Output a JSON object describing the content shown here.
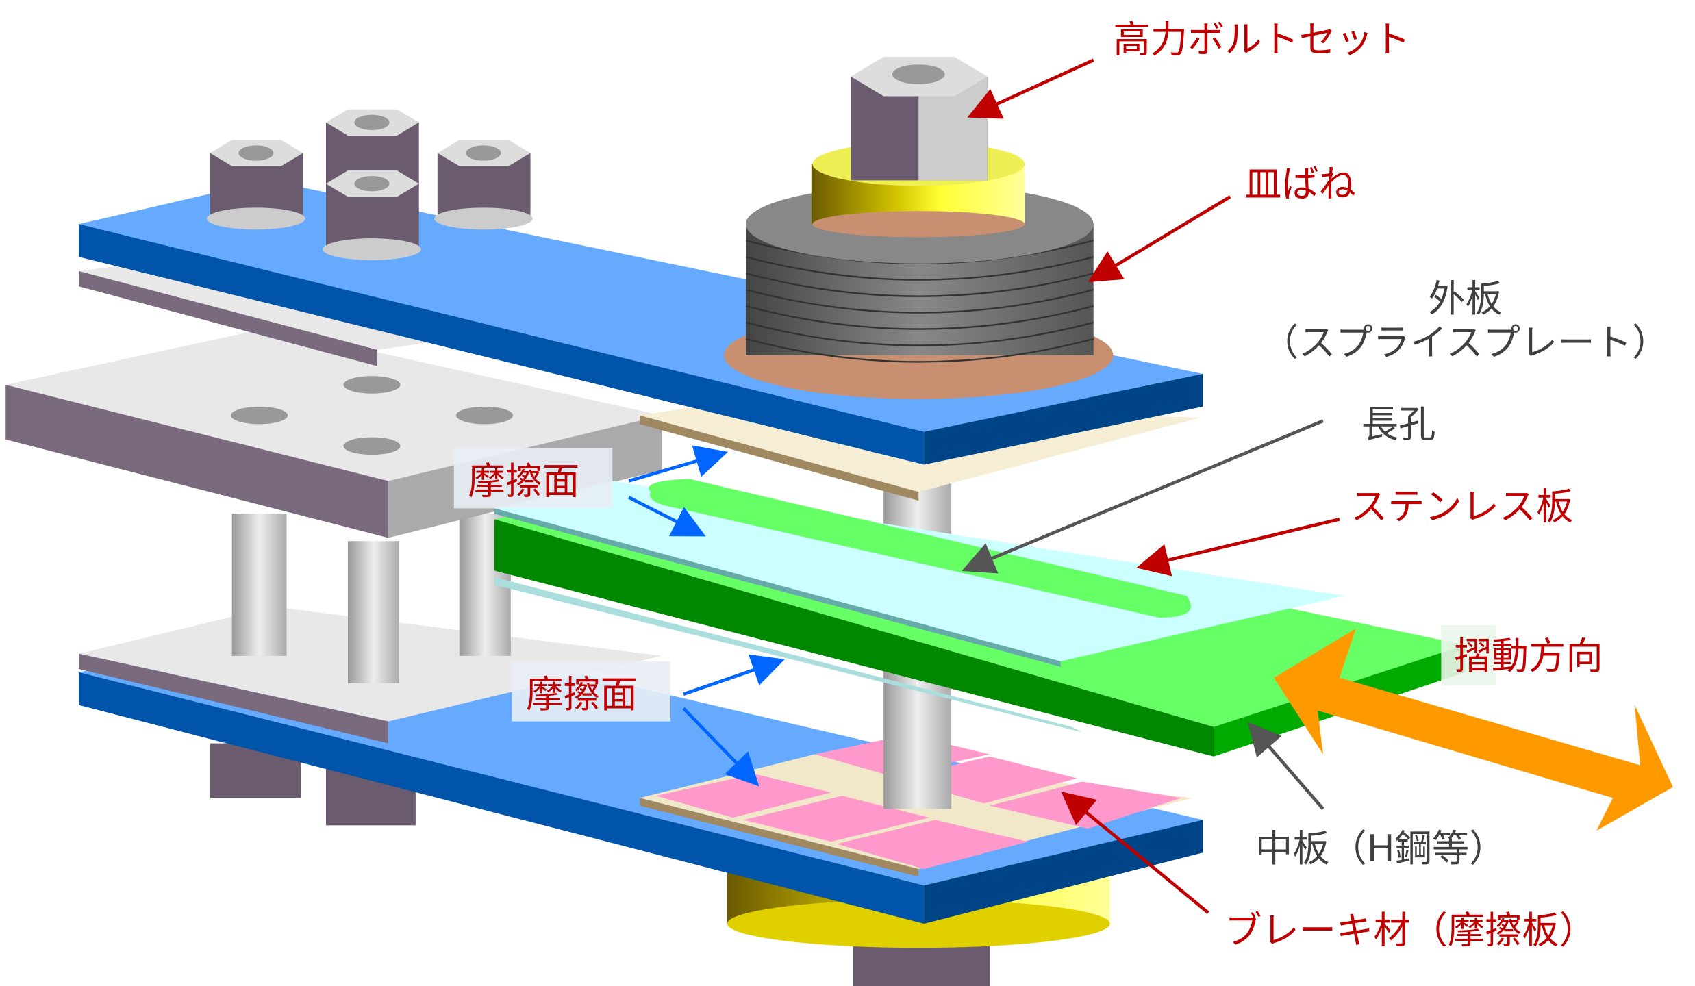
{
  "labels": {
    "bolt_set": "高力ボルトセット",
    "disc_spring": "皿ばね",
    "outer_plate_1": "外板",
    "outer_plate_2": "（スプライスプレート）",
    "slot_hole": "長孔",
    "stainless_plate": "ステンレス板",
    "sliding_direction": "摺動方向",
    "middle_plate": "中板（H鋼等）",
    "brake_material": "ブレーキ材（摩擦板）",
    "friction_surface_upper": "摩擦面",
    "friction_surface_lower": "摩擦面"
  },
  "colors": {
    "label_red": "#c00000",
    "label_gray": "#404040",
    "outer_plate_blue": "#66aaff",
    "middle_plate_green": "#66ff66",
    "stainless_cyan": "#ccffff",
    "brake_pink": "#ff99cc",
    "arrow_orange": "#ff9900",
    "arrow_blue": "#0066ff"
  }
}
